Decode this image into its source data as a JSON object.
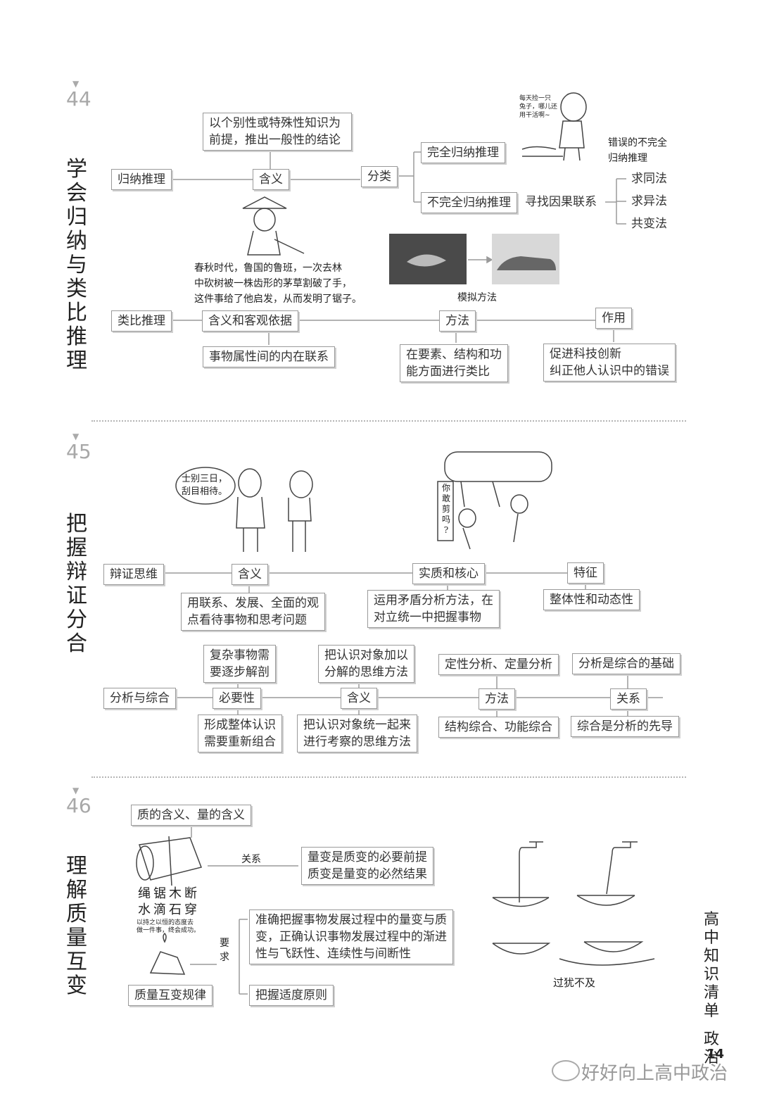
{
  "s44": {
    "num": "44",
    "title": "学会归纳与类比推理",
    "inductive": "归纳推理",
    "meaning": "含义",
    "meaning_text": [
      "以个别性或特殊性知识为",
      "前提，推出一般性的结论"
    ],
    "classify": "分类",
    "complete": "完全归纳推理",
    "incomplete": "不完全归纳推理",
    "find_cause": "寻找因果联系",
    "methods": [
      "求同法",
      "求异法",
      "共变法"
    ],
    "bubble": [
      "每天捡一只",
      "兔子，哪儿还",
      "用干活啊~"
    ],
    "wrong_caption": [
      "错误的不完全",
      "归纳推理"
    ],
    "luban_caption": [
      "春秋时代，鲁国的鲁班，一次去林",
      "中砍树被一株齿形的茅草割破了手，",
      "这件事给了他启发，从而发明了锯子。"
    ],
    "simulation_caption": "模拟方法",
    "analogy": "类比推理",
    "analogy_meaning": "含义和客观依据",
    "analogy_meaning_text": "事物属性间的内在联系",
    "method": "方法",
    "method_text": [
      "在要素、结构和功",
      "能方面进行类比"
    ],
    "effect": "作用",
    "effect_text": [
      "促进科技创新",
      "纠正他人认识中的错误"
    ]
  },
  "s45": {
    "num": "45",
    "title": "把握辩证分合",
    "bubble": [
      "士别三日，",
      "刮目相待。"
    ],
    "scissor_text": [
      "你",
      "敢",
      "剪",
      "吗",
      "?"
    ],
    "dialectic": "辩证思维",
    "meaning": "含义",
    "meaning_text": [
      "用联系、发展、全面的观",
      "点看待事物和思考问题"
    ],
    "essence": "实质和核心",
    "essence_text": [
      "运用矛盾分析方法，在",
      "对立统一中把握事物"
    ],
    "feature": "特征",
    "feature_text": "整体性和动态性",
    "analysis": "分析与综合",
    "necessity": "必要性",
    "necessity_top": [
      "复杂事物需",
      "要逐步解剖"
    ],
    "necessity_bottom": [
      "形成整体认识",
      "需要重新组合"
    ],
    "meaning2": "含义",
    "meaning2_top": [
      "把认识对象加以",
      "分解的思维方法"
    ],
    "meaning2_bottom": [
      "把认识对象统一起来",
      "进行考察的思维方法"
    ],
    "method": "方法",
    "method_top": "定性分析、定量分析",
    "method_bottom": "结构综合、功能综合",
    "relation": "关系",
    "relation_top": "分析是综合的基础",
    "relation_bottom": "综合是分析的先导"
  },
  "s46": {
    "num": "46",
    "title": "理解质量互变",
    "definition": "质的含义、量的含义",
    "relation_label": "关系",
    "relation_text": [
      "量变是质变的必要前提",
      "质变是量变的必然结果"
    ],
    "proverb": [
      "绳锯木断",
      "水滴石穿"
    ],
    "proverb_small": [
      "以持之以恒的态度去",
      "做一件事，终会成功。"
    ],
    "require_label": [
      "要",
      "求"
    ],
    "require_text": [
      "准确把握事物发展过程中的量变与质",
      "变，正确认识事物发展过程中的渐进",
      "性与飞跃性、连续性与间断性"
    ],
    "moderation": "把握适度原则",
    "law": "质量互变规律",
    "overdo_caption": "过犹不及"
  },
  "sidebar": [
    "高",
    "中",
    "知",
    "识",
    "清",
    "单",
    "政",
    "治"
  ],
  "page_number": "14",
  "watermark": "好好向上高中政治"
}
